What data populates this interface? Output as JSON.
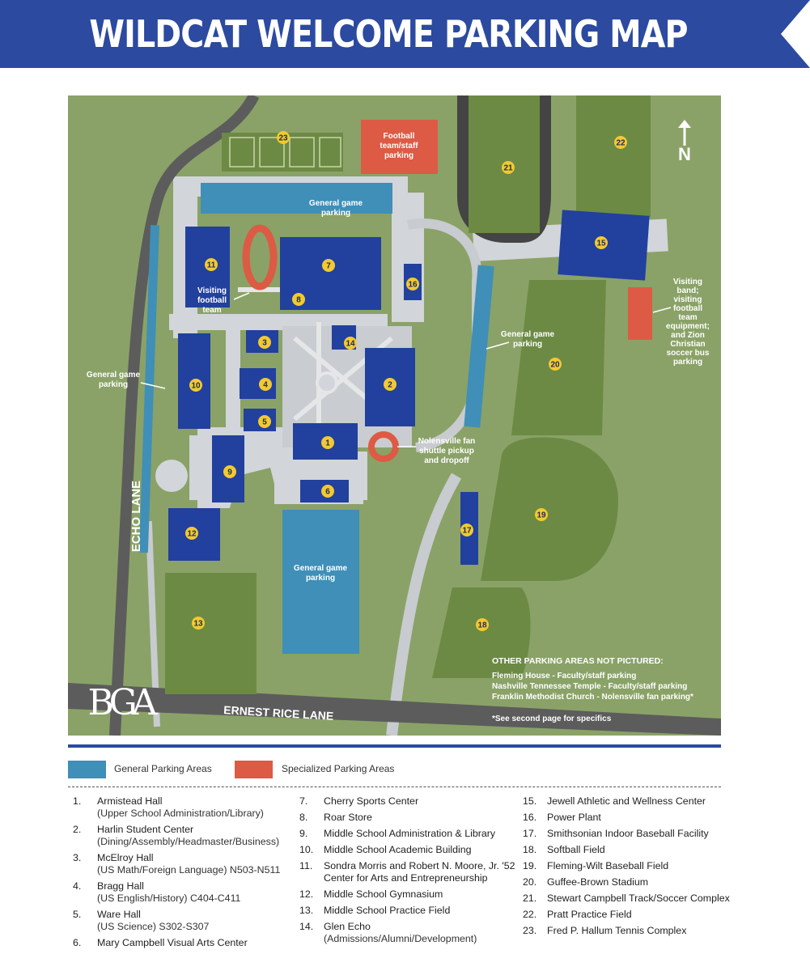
{
  "header": {
    "title": "WILDCAT WELCOME PARKING MAP",
    "bg_color": "#2b4aa0"
  },
  "colors": {
    "general": "#3f8fb8",
    "specialized": "#dd5a44",
    "building": "#22409e",
    "grass": "#8aa267",
    "field": "#6c8a44",
    "road": "#5c5c5c",
    "path": "#d2d5d9",
    "marker": "#f2c930"
  },
  "map": {
    "north": {
      "letter": "N",
      "icon": "north-arrow-icon"
    },
    "roads": {
      "echo": "ECHO LANE",
      "ernest": "ERNEST RICE LANE"
    },
    "logo": "BGA",
    "labels": {
      "football_staff": [
        "Football",
        "team/staff",
        "parking"
      ],
      "general_top": [
        "General game",
        "parking"
      ],
      "visiting_team": [
        "Visiting",
        "football",
        "team"
      ],
      "general_left": [
        "General game",
        "parking"
      ],
      "general_right": [
        "General game",
        "parking"
      ],
      "general_bottom": [
        "General game",
        "parking"
      ],
      "shuttle": [
        "Nolensville fan",
        "shuttle pickup",
        "and dropoff"
      ],
      "visiting_band": [
        "Visiting",
        "band;",
        "visiting",
        "football",
        "team",
        "equipment;",
        "and Zion",
        "Christian",
        "soccer bus",
        "parking"
      ]
    },
    "other_parking": {
      "title": "OTHER PARKING AREAS NOT PICTURED:",
      "lines": [
        "Fleming House - Faculty/staff parking",
        "Nashville Tennessee Temple - Faculty/staff parking",
        "Franklin Methodist Church - Nolensville fan parking*"
      ],
      "footnote": "*See second page for specifics"
    },
    "markers": [
      "1",
      "2",
      "3",
      "4",
      "5",
      "6",
      "7",
      "8",
      "9",
      "10",
      "11",
      "12",
      "13",
      "14",
      "15",
      "16",
      "17",
      "18",
      "19",
      "20",
      "21",
      "22",
      "23"
    ]
  },
  "legend": {
    "general": "General Parking Areas",
    "specialized": "Specialized Parking Areas"
  },
  "key": {
    "col1": [
      {
        "n": "1.",
        "name": "Armistead Hall",
        "sub": "(Upper School Administration/Library)"
      },
      {
        "n": "2.",
        "name": "Harlin Student Center",
        "sub": "(Dining/Assembly/Headmaster/Business)"
      },
      {
        "n": "3.",
        "name": "McElroy Hall",
        "sub": "(US Math/Foreign Language) N503-N511"
      },
      {
        "n": "4.",
        "name": "Bragg Hall",
        "sub": "(US English/History) C404-C411"
      },
      {
        "n": "5.",
        "name": "Ware Hall",
        "sub": "(US Science) S302-S307"
      },
      {
        "n": "6.",
        "name": "Mary Campbell Visual Arts Center",
        "sub": ""
      }
    ],
    "col2": [
      {
        "n": "7.",
        "name": "Cherry Sports Center",
        "sub": ""
      },
      {
        "n": "8.",
        "name": "Roar Store",
        "sub": ""
      },
      {
        "n": "9.",
        "name": "Middle School Administration & Library",
        "sub": ""
      },
      {
        "n": "10.",
        "name": "Middle School Academic Building",
        "sub": ""
      },
      {
        "n": "11.",
        "name": "Sondra Morris and Robert N. Moore, Jr. '52 Center for Arts and Entrepreneurship",
        "sub": ""
      },
      {
        "n": "12.",
        "name": "Middle School Gymnasium",
        "sub": ""
      },
      {
        "n": "13.",
        "name": "Middle School Practice Field",
        "sub": ""
      },
      {
        "n": "14.",
        "name": "Glen Echo",
        "sub": "(Admissions/Alumni/Development)"
      }
    ],
    "col3": [
      {
        "n": "15.",
        "name": "Jewell Athletic and Wellness Center",
        "sub": ""
      },
      {
        "n": "16.",
        "name": "Power Plant",
        "sub": ""
      },
      {
        "n": "17.",
        "name": "Smithsonian Indoor Baseball Facility",
        "sub": ""
      },
      {
        "n": "18.",
        "name": "Softball Field",
        "sub": ""
      },
      {
        "n": "19.",
        "name": "Fleming-Wilt Baseball Field",
        "sub": ""
      },
      {
        "n": "20.",
        "name": "Guffee-Brown Stadium",
        "sub": ""
      },
      {
        "n": "21.",
        "name": "Stewart Campbell Track/Soccer Complex",
        "sub": ""
      },
      {
        "n": "22.",
        "name": "Pratt Practice Field",
        "sub": ""
      },
      {
        "n": "23.",
        "name": "Fred P. Hallum Tennis Complex",
        "sub": ""
      }
    ]
  }
}
